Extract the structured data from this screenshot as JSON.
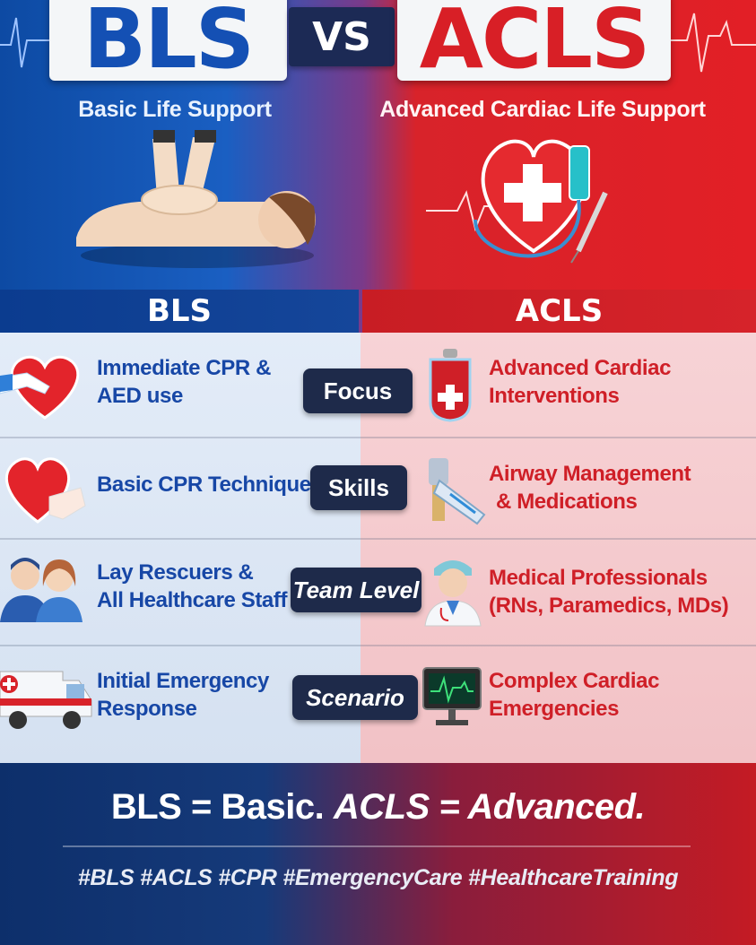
{
  "header": {
    "left_title": "BLS",
    "vs": "VS",
    "right_title": "ACLS",
    "left_subtitle": "Basic Life Support",
    "right_subtitle": "Advanced Cardiac Life Support"
  },
  "columns": {
    "left": "BLS",
    "right": "ACLS"
  },
  "rows": [
    {
      "category": "Focus",
      "bls_line1": "Immediate CPR &",
      "bls_line2": "AED use",
      "acls_line1": "Advanced Cardiac",
      "acls_line2": "Interventions",
      "bls_icon": "heart-hands-icon",
      "acls_icon": "iv-bag-icon"
    },
    {
      "category": "Skills",
      "bls_line1": "Basic CPR Techniques",
      "bls_line2": "",
      "acls_line1": "Airway Management",
      "acls_line2": "& Medications",
      "bls_icon": "heart-hand-icon",
      "acls_icon": "laryngoscope-icon"
    },
    {
      "category": "Team Level",
      "bls_line1": "Lay Rescuers &",
      "bls_line2": "All Healthcare Staff",
      "acls_line1": "Medical Professionals",
      "acls_line2": "(RNs, Paramedics, MDs)",
      "bls_icon": "rescuers-icon",
      "acls_icon": "doctor-icon"
    },
    {
      "category": "Scenario",
      "bls_line1": "Initial Emergency",
      "bls_line2": "Response",
      "acls_line1": "Complex Cardiac",
      "acls_line2": "Emergencies",
      "bls_icon": "ambulance-icon",
      "acls_icon": "ecg-monitor-icon"
    }
  ],
  "footer": {
    "text_part1": "BLS = Basic. ",
    "text_part2": "ACLS = Advanced.",
    "hashtags": "#BLS #ACLS #CPR #EmergencyCare #HealthcareTraining"
  },
  "colors": {
    "blue": "#1450b4",
    "red": "#d81f26",
    "navy": "#1e2a4a"
  }
}
